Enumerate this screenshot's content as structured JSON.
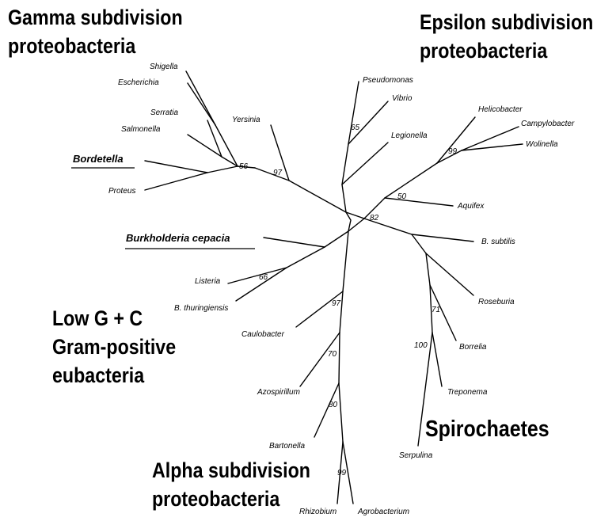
{
  "groups": {
    "gamma": [
      "Gamma subdivision",
      "proteobacteria"
    ],
    "epsilon": [
      "Epsilon subdivision",
      "proteobacteria"
    ],
    "low_gc": [
      "Low G + C",
      "Gram-positive",
      "eubacteria"
    ],
    "alpha": [
      "Alpha subdivision",
      "proteobacteria"
    ],
    "spirochaetes": [
      "Spirochaetes"
    ]
  },
  "taxa": {
    "shigella": "Shigella",
    "escherichia": "Escherichia",
    "serratia": "Serratia",
    "salmonella": "Salmonella",
    "bordetella": "Bordetella",
    "proteus": "Proteus",
    "yersinia": "Yersinia",
    "pseudomonas": "Pseudomonas",
    "vibrio": "Vibrio",
    "legionella": "Legionella",
    "helicobacter": "Helicobacter",
    "campylobacter": "Campylobacter",
    "wolinella": "Wolinella",
    "aquifex": "Aquifex",
    "burkholderia": "Burkholderia cepacia",
    "listeria": "Listeria",
    "b_thuringiensis": "B. thuringiensis",
    "b_subtilis": "B. subtilis",
    "roseburia": "Roseburia",
    "borrelia": "Borrelia",
    "treponema": "Treponema",
    "serpulina": "Serpulina",
    "caulobacter": "Caulobacter",
    "azospirillum": "Azospirillum",
    "bartonella": "Bartonella",
    "rhizobium": "Rhizobium",
    "agrobacterium": "Agrobacterium"
  },
  "bootstrap": {
    "b56": "56",
    "b97_gamma": "97",
    "b65": "65",
    "b99_epsilon": "99",
    "b50": "50",
    "b82": "82",
    "b66": "66",
    "b97_alpha": "97",
    "b71": "71",
    "b100": "100",
    "b70": "70",
    "b80": "80",
    "b99_alpha": "99"
  }
}
